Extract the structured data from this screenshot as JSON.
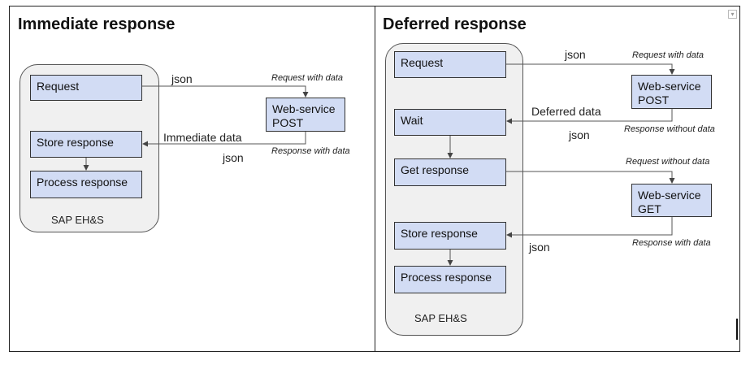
{
  "left_panel": {
    "title": "Immediate response",
    "system_label": "SAP EH&S",
    "boxes": {
      "request": "Request",
      "store": "Store response",
      "process": "Process response",
      "webservice_line1": "Web-service",
      "webservice_line2": "POST"
    },
    "labels": {
      "json_top": "json",
      "request_with_data": "Request with data",
      "immediate_data": "Immediate data",
      "response_with_data": "Response with data",
      "json_bottom": "json"
    }
  },
  "right_panel": {
    "title": "Deferred response",
    "system_label": "SAP EH&S",
    "boxes": {
      "request": "Request",
      "wait": "Wait",
      "get": "Get response",
      "store": "Store response",
      "process": "Process response",
      "ws_post_line1": "Web-service",
      "ws_post_line2": "POST",
      "ws_get_line1": "Web-service",
      "ws_get_line2": "GET"
    },
    "labels": {
      "json_top": "json",
      "request_with_data": "Request with data",
      "deferred_data": "Deferred data",
      "response_without_data": "Response without data",
      "json_mid": "json",
      "request_without_data": "Request without data",
      "response_with_data": "Response with data",
      "json_bottom": "json"
    }
  }
}
